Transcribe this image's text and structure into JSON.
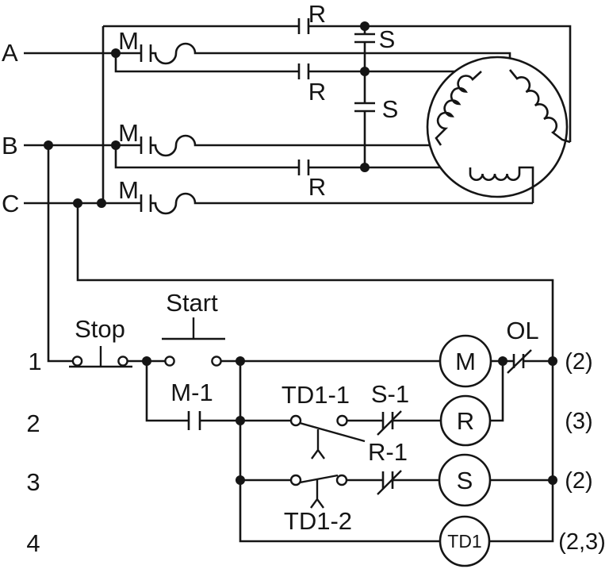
{
  "power_section": {
    "phase_labels": [
      "A",
      "B",
      "C"
    ],
    "m_contacts": [
      "M",
      "M",
      "M"
    ],
    "r_contacts": [
      "R",
      "R",
      "R"
    ],
    "s_contacts": [
      "S",
      "S"
    ]
  },
  "control_section": {
    "rung_numbers": [
      "1",
      "2",
      "3",
      "4"
    ],
    "stop_label": "Stop",
    "start_label": "Start",
    "m1_label": "M-1",
    "td11_label": "TD1-1",
    "s1_label": "S-1",
    "td12_label": "TD1-2",
    "r1_label": "R-1",
    "ol_label": "OL",
    "coil_m": "M",
    "coil_r": "R",
    "coil_s": "S",
    "coil_td1": "TD1",
    "ref_rung1": "(2)",
    "ref_rung2": "(3)",
    "ref_rung3": "(2)",
    "ref_rung4": "(2,3)"
  },
  "colors": {
    "line": "#151515",
    "background": "#ffffff"
  }
}
